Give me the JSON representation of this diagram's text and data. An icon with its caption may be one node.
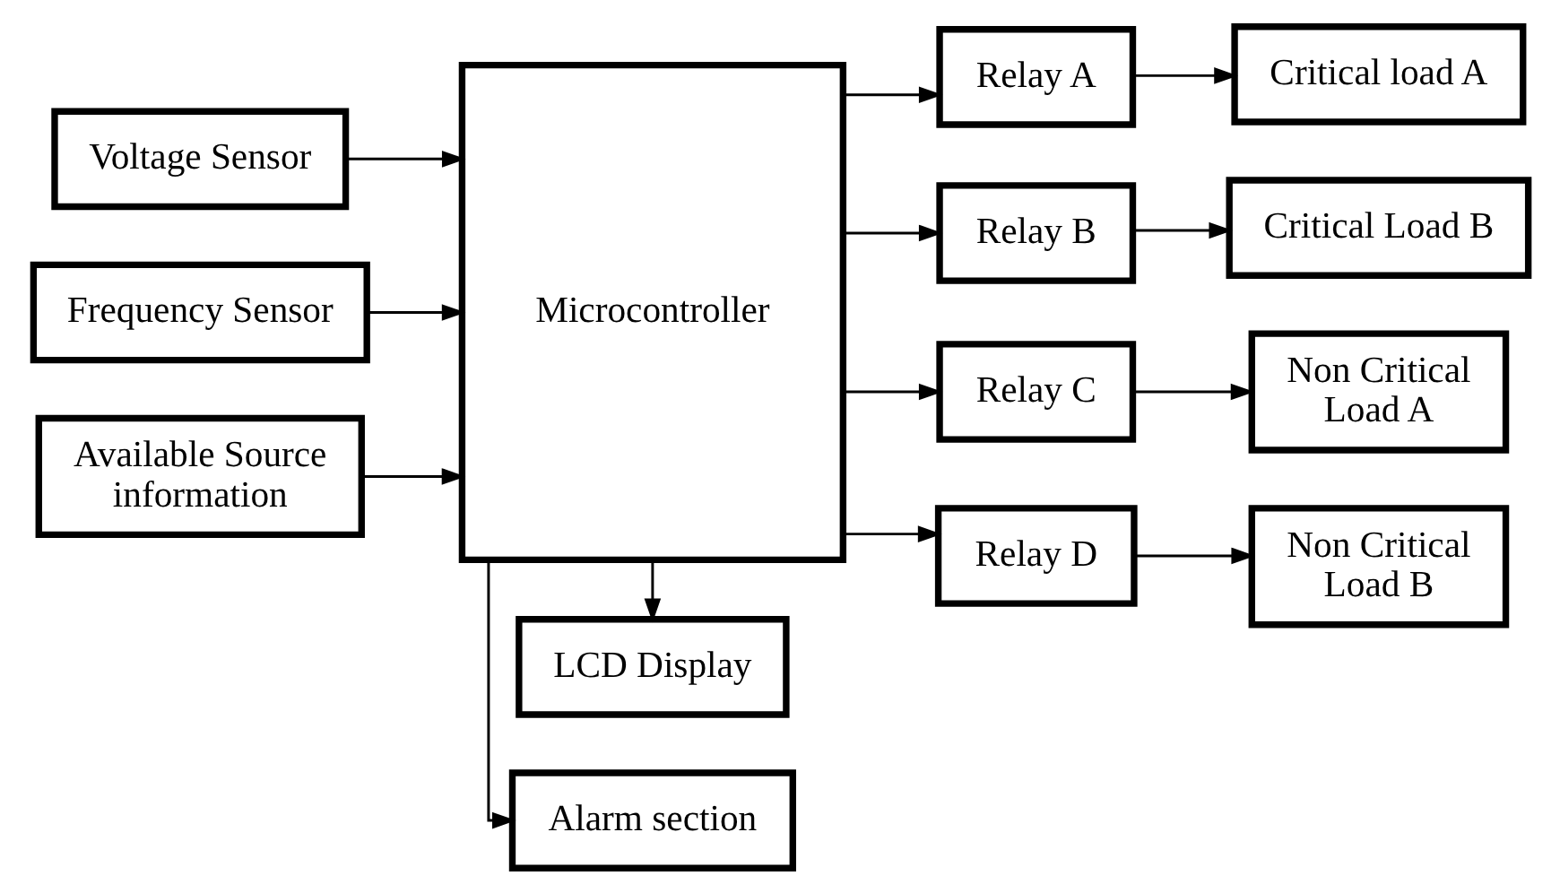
{
  "diagram": {
    "nodes": [
      {
        "text": [
          "Alarm section"
        ]
      },
      {
        "text": [
          "Voltage Sensor"
        ]
      },
      {
        "text": [
          "Frequency Sensor"
        ]
      },
      {
        "text": [
          "Available Source information"
        ]
      },
      {
        "text": [
          "Microcontroller"
        ]
      },
      {
        "text": [
          "Relay A"
        ]
      },
      {
        "text": [
          "Critical load A"
        ]
      },
      {
        "text": [
          "Relay B"
        ]
      },
      {
        "text": [
          "Critical Load B"
        ]
      },
      {
        "text": [
          "Relay C"
        ]
      },
      {
        "text": [
          "Non Critical Load A"
        ]
      },
      {
        "text": [
          "Relay D"
        ]
      },
      {
        "text": [
          "Non Critical Load B"
        ]
      },
      {
        "text": [
          "LCD Display"
        ]
      }
    ],
    "edges": [
      {
        "from": 1,
        "to": 4,
        "arrow": "to"
      },
      {
        "from": 2,
        "to": 4,
        "arrow": "to"
      },
      {
        "from": 3,
        "to": 4,
        "arrow": "to"
      },
      {
        "from": 4,
        "to": 0,
        "arrow": "to"
      },
      {
        "from": 4,
        "to": 5,
        "arrow": "to"
      },
      {
        "from": 4,
        "to": 7,
        "arrow": "to"
      },
      {
        "from": 4,
        "to": 9,
        "arrow": "to"
      },
      {
        "from": 4,
        "to": 11,
        "arrow": "to"
      },
      {
        "from": 4,
        "to": 13,
        "arrow": "to"
      },
      {
        "from": 5,
        "to": 6,
        "arrow": "to"
      },
      {
        "from": 7,
        "to": 8,
        "arrow": "to"
      },
      {
        "from": 9,
        "to": 10,
        "arrow": "to"
      },
      {
        "from": 11,
        "to": 12,
        "arrow": "to"
      }
    ]
  }
}
